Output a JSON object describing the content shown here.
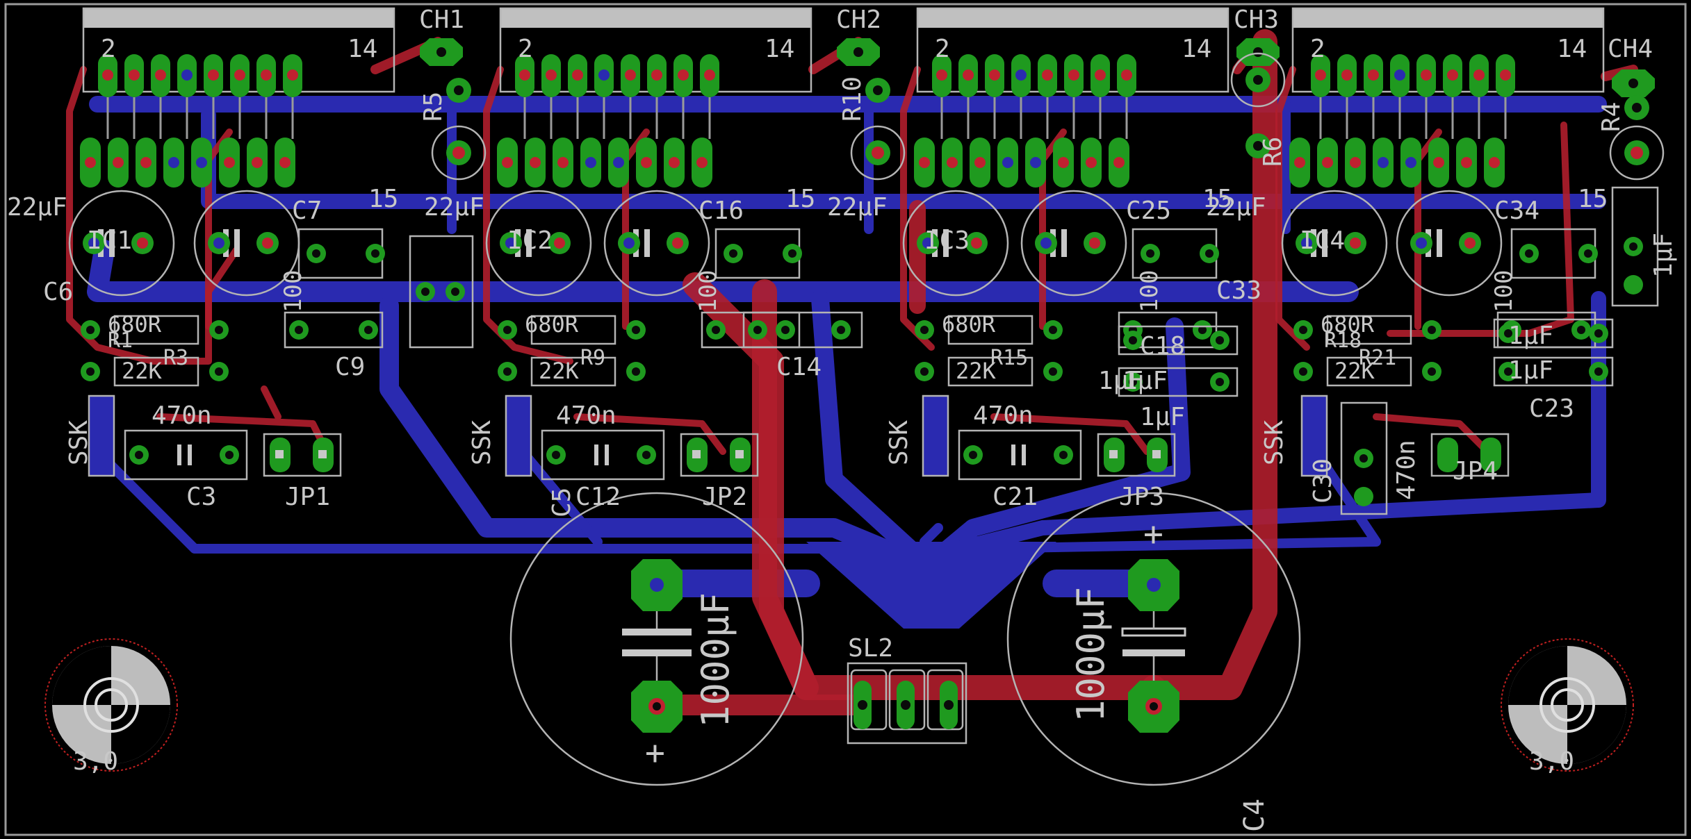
{
  "labels": {
    "ch1": "CH1",
    "ch2": "CH2",
    "ch3": "CH3",
    "ch4": "CH4",
    "pin2": "2",
    "pin14": "14",
    "pin15": "15",
    "ic1": "IC1",
    "ic2": "IC2",
    "ic3": "IC3",
    "ic4": "IC4",
    "r5": "R5",
    "r10": "R10",
    "r4": "R4",
    "r6": "R6",
    "cap22uf": "22μF",
    "c6": "C6",
    "c7": "C7",
    "c16": "C16",
    "c25": "C25",
    "c34": "C34",
    "c9": "C9",
    "c14": "C14",
    "c18": "C18",
    "c33": "C33",
    "c23": "C23",
    "c3": "C3",
    "c12": "C12",
    "c21": "C21",
    "c30": "C30",
    "c5": "C5",
    "c4": "C4",
    "jp1": "JP1",
    "jp2": "JP2",
    "jp3": "JP3",
    "jp4": "JP4",
    "r680": "680R",
    "r22k": "22K",
    "r1": "R1",
    "r3": "R3",
    "r9": "R9",
    "r15": "R15",
    "r18": "R18",
    "r21": "R21",
    "ssk": "SSK",
    "n470": "470n",
    "u1": "1μF",
    "v100": "100",
    "big": "1000μF",
    "sl2": "SL2",
    "mount": "3,0",
    "plus": "+"
  },
  "colors": {
    "background": "#000000",
    "bottom_copper": "#2a2ab0",
    "top_copper": "#b01e2c",
    "pads": "#1f9a1f",
    "silkscreen": "#c8c8c8"
  }
}
